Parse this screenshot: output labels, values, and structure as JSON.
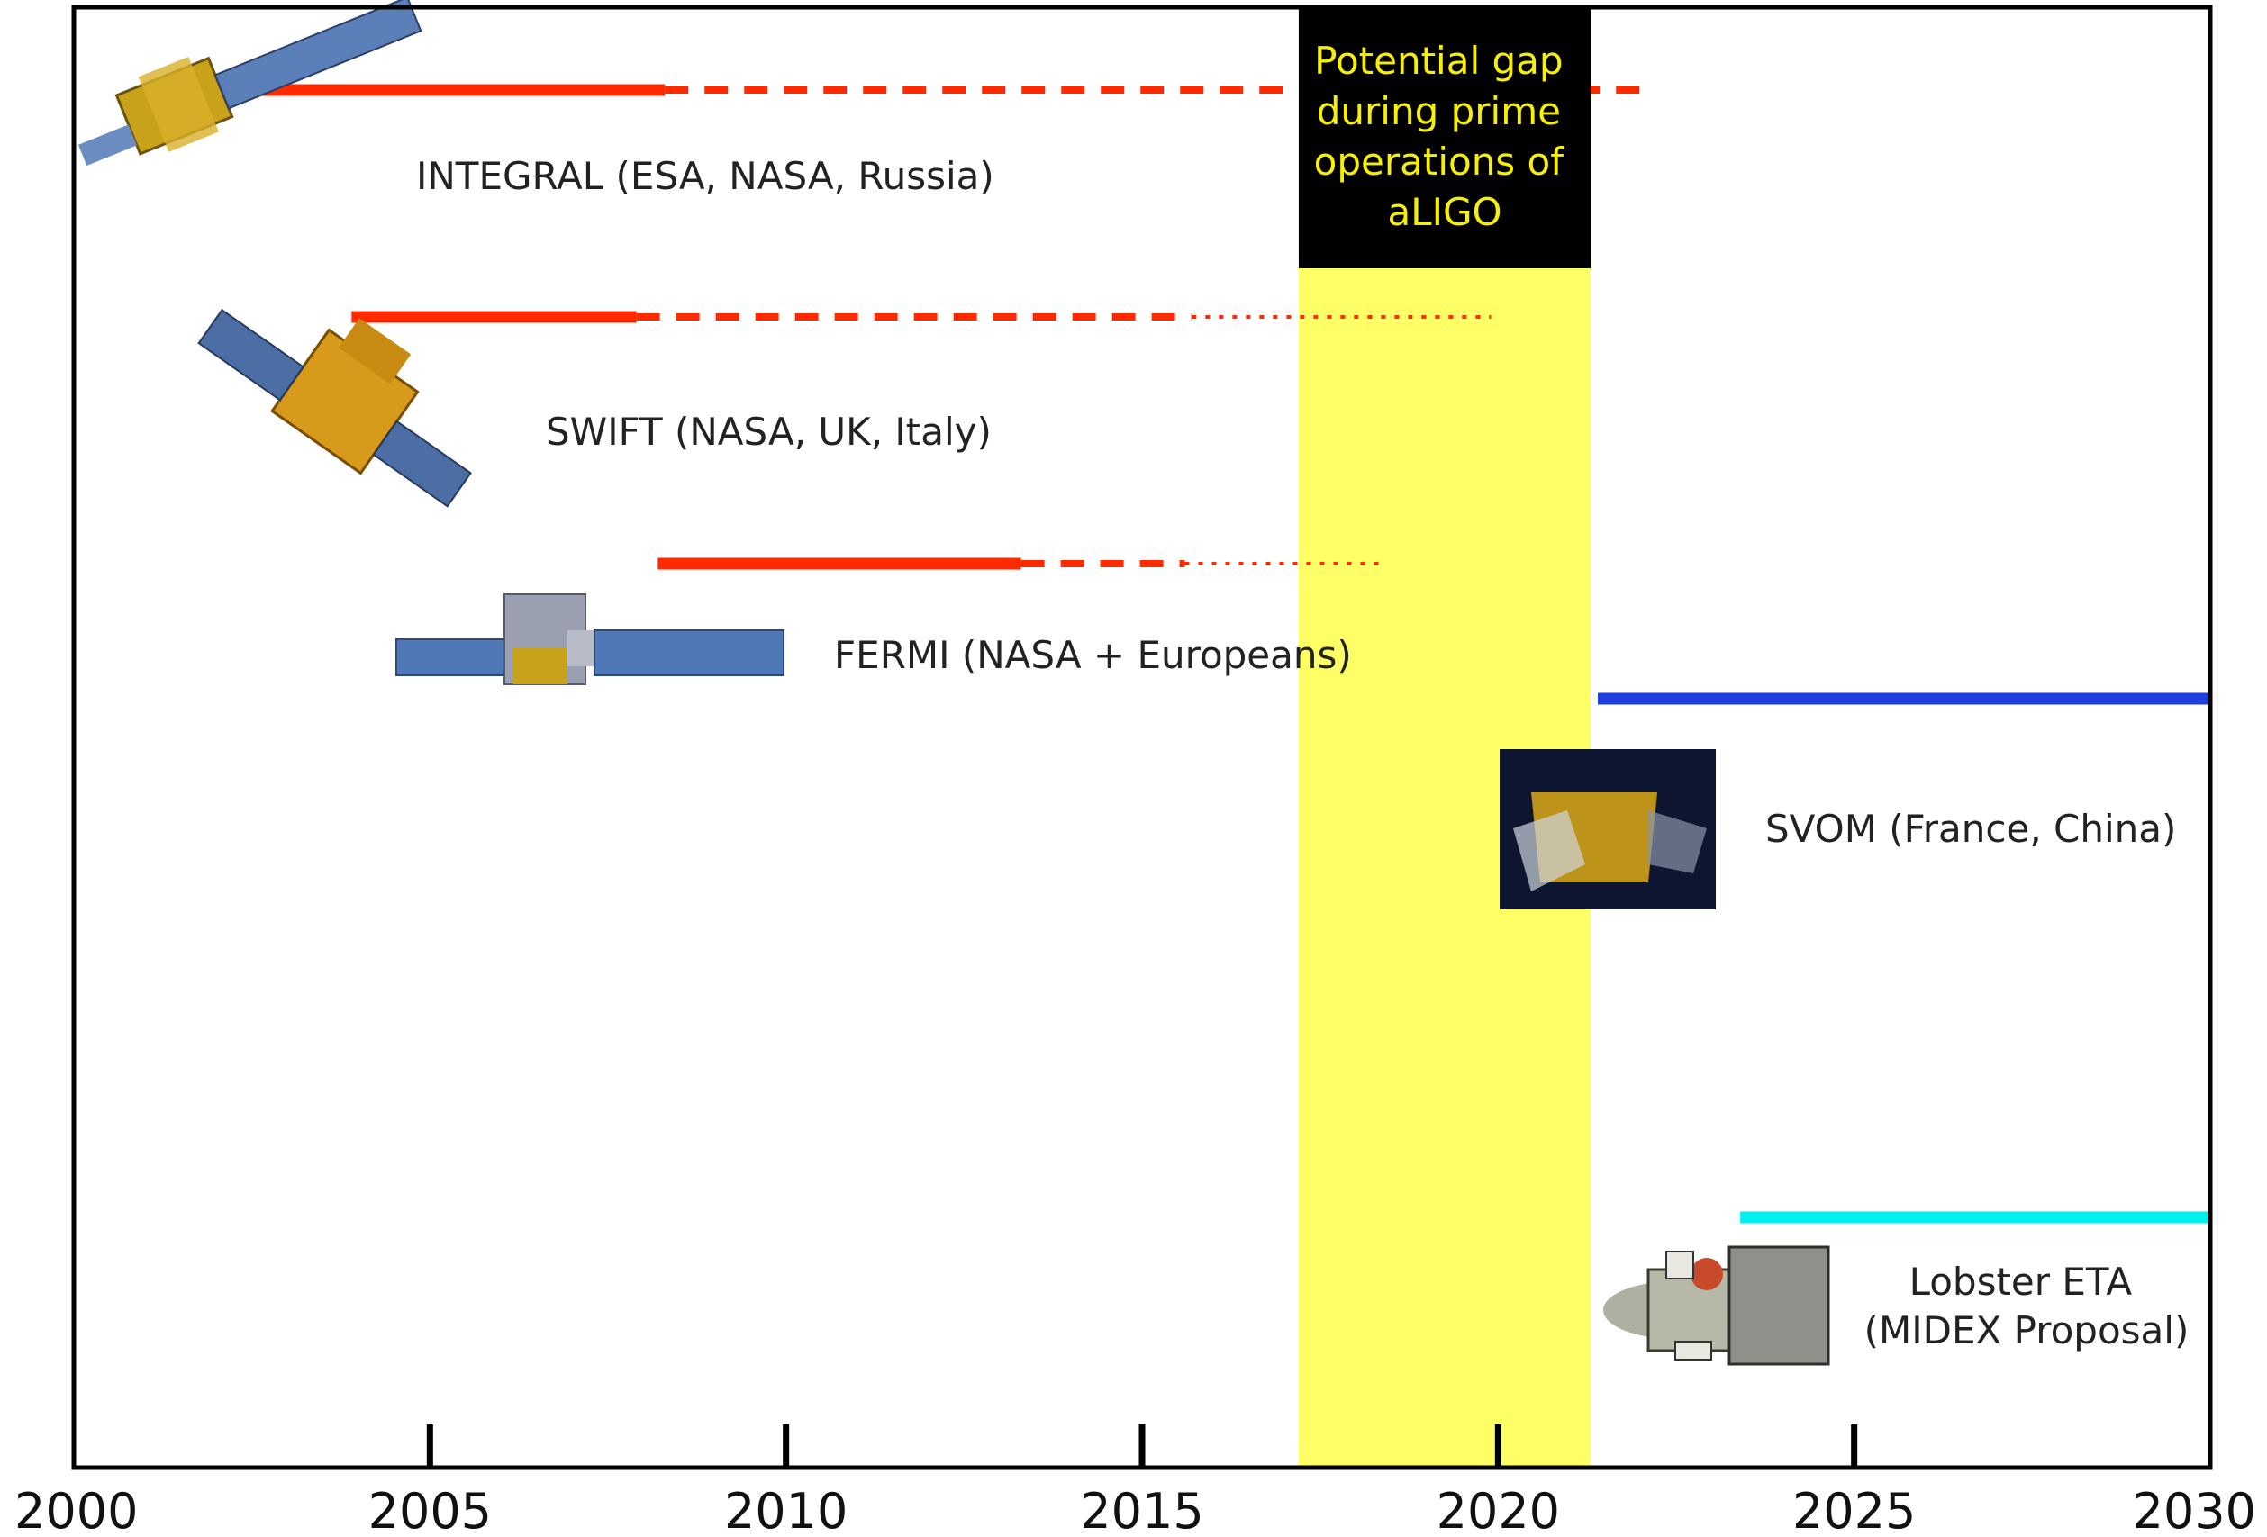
{
  "chart_data": {
    "type": "timeline",
    "xlim": [
      2000,
      2030
    ],
    "ticks": [
      "2000",
      "2005",
      "2010",
      "2015",
      "2020",
      "2025",
      "2030"
    ],
    "tick_values": [
      2000,
      2005,
      2010,
      2015,
      2020,
      2025,
      2030
    ],
    "gap": {
      "start": 2017.2,
      "end": 2021.3,
      "text_lines": [
        "Potential gap",
        "during prime",
        "operations of",
        "aLIGO"
      ],
      "fill_color": "#ffff66",
      "label_bg": "#000000",
      "text_color": "#f7f000"
    },
    "missions": [
      {
        "label": "INTEGRAL (ESA, NASA, Russia)",
        "color": "#ff2a00",
        "solid": [
          2002.1,
          2008.3
        ],
        "dashed": [
          2008.3,
          2022.2
        ],
        "dotted": null,
        "icon": "integral-satellite-icon"
      },
      {
        "label": "SWIFT (NASA, UK, Italy)",
        "color": "#ff2a00",
        "solid": [
          2003.9,
          2007.9
        ],
        "dashed": [
          2007.9,
          2015.7
        ],
        "dotted": [
          2015.7,
          2019.9
        ],
        "icon": "swift-satellite-icon"
      },
      {
        "label": "FERMI (NASA + Europeans)",
        "color": "#ff2a00",
        "solid": [
          2008.2,
          2013.3
        ],
        "dashed": [
          2013.3,
          2015.6
        ],
        "dotted": [
          2015.6,
          2018.4
        ],
        "icon": "fermi-satellite-icon"
      },
      {
        "label": "SVOM (France, China)",
        "color": "#1f3fe0",
        "solid": [
          2021.4,
          2030
        ],
        "dashed": null,
        "dotted": null,
        "icon": "svom-satellite-icon"
      },
      {
        "label_lines": [
          "Lobster ETA",
          "(MIDEX Proposal)"
        ],
        "color": "#00f0f0",
        "solid": [
          2023.4,
          2030
        ],
        "dashed": null,
        "dotted": null,
        "icon": "lobster-satellite-icon"
      }
    ]
  }
}
